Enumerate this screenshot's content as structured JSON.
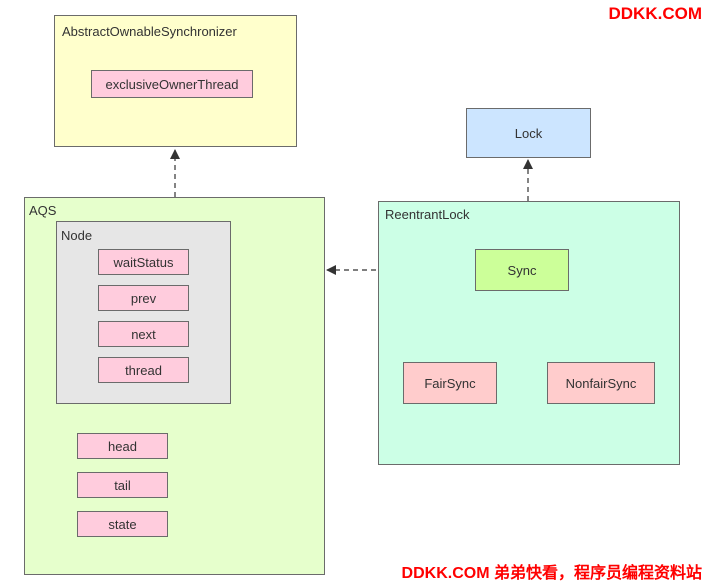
{
  "aos": {
    "title": "AbstractOwnableSynchronizer",
    "field": "exclusiveOwnerThread"
  },
  "lock": {
    "title": "Lock"
  },
  "aqs": {
    "title": "AQS",
    "node": {
      "title": "Node",
      "fields": [
        "waitStatus",
        "prev",
        "next",
        "thread"
      ]
    },
    "fields": [
      "head",
      "tail",
      "state"
    ]
  },
  "reentrant": {
    "title": "ReentrantLock",
    "sync": "Sync",
    "fair": "FairSync",
    "nonfair": "NonfairSync"
  },
  "watermark": {
    "top": "DDKK.COM",
    "bottom": "DDKK.COM 弟弟快看，程序员编程资料站"
  },
  "colors": {
    "aos_bg": "#ffffcc",
    "lock_bg": "#cce5ff",
    "aqs_bg": "#e6ffcc",
    "node_bg": "#e6e6e6",
    "field_bg": "#ffccdd",
    "reentrant_bg": "#ccffe6",
    "sync_bg": "#ccff99",
    "subclass_bg": "#ffcccc",
    "watermark": "#ff0000"
  }
}
